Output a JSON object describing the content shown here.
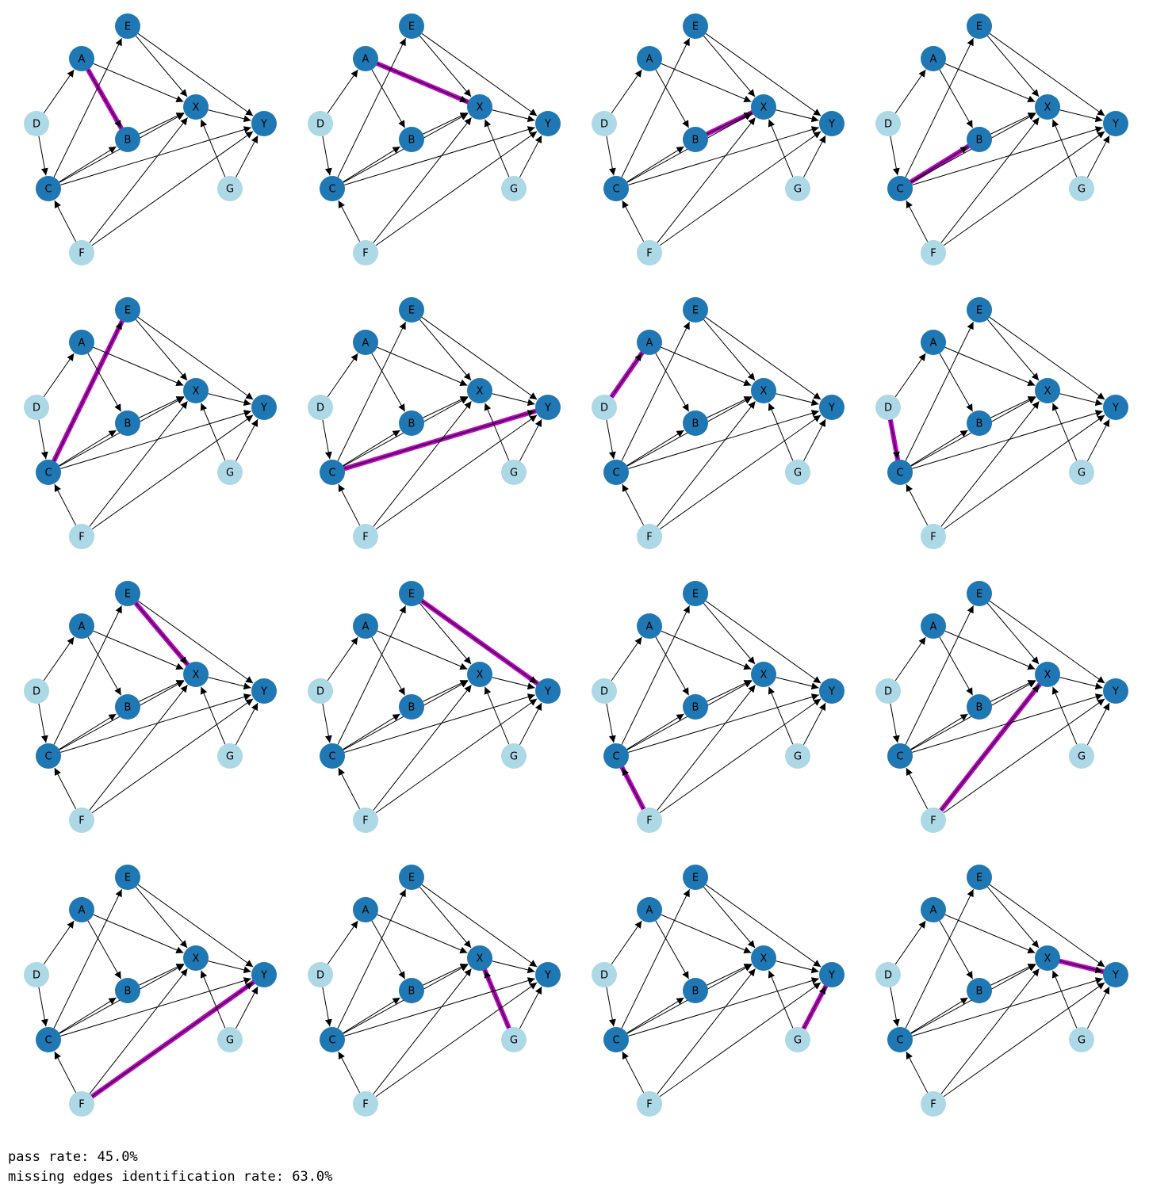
{
  "colors": {
    "observed": "#1f78b4",
    "latent": "#add8e6",
    "edge": "#000000",
    "highlight": "#c000c8",
    "highlight_core": "#8a008f"
  },
  "nodes": [
    {
      "id": "A",
      "kind": "observed"
    },
    {
      "id": "B",
      "kind": "observed"
    },
    {
      "id": "C",
      "kind": "observed"
    },
    {
      "id": "D",
      "kind": "latent"
    },
    {
      "id": "E",
      "kind": "observed"
    },
    {
      "id": "F",
      "kind": "latent"
    },
    {
      "id": "G",
      "kind": "latent"
    },
    {
      "id": "X",
      "kind": "observed"
    },
    {
      "id": "Y",
      "kind": "observed"
    }
  ],
  "edges": [
    [
      "A",
      "B"
    ],
    [
      "A",
      "X"
    ],
    [
      "B",
      "X"
    ],
    [
      "C",
      "B"
    ],
    [
      "C",
      "E"
    ],
    [
      "C",
      "Y"
    ],
    [
      "D",
      "A"
    ],
    [
      "D",
      "C"
    ],
    [
      "E",
      "X"
    ],
    [
      "E",
      "Y"
    ],
    [
      "C",
      "X"
    ],
    [
      "F",
      "C"
    ],
    [
      "F",
      "X"
    ],
    [
      "F",
      "Y"
    ],
    [
      "G",
      "X"
    ],
    [
      "G",
      "Y"
    ],
    [
      "X",
      "Y"
    ]
  ],
  "panels": [
    {
      "highlight": [
        "A",
        "B"
      ]
    },
    {
      "highlight": [
        "A",
        "X"
      ]
    },
    {
      "highlight": [
        "B",
        "X"
      ]
    },
    {
      "highlight": [
        "C",
        "B"
      ]
    },
    {
      "highlight": [
        "C",
        "E"
      ]
    },
    {
      "highlight": [
        "C",
        "Y"
      ]
    },
    {
      "highlight": [
        "D",
        "A"
      ]
    },
    {
      "highlight": [
        "D",
        "C"
      ]
    },
    {
      "highlight": [
        "E",
        "X"
      ]
    },
    {
      "highlight": [
        "E",
        "Y"
      ]
    },
    {
      "highlight": [
        "F",
        "C"
      ]
    },
    {
      "highlight": [
        "F",
        "X"
      ]
    },
    {
      "highlight": [
        "F",
        "Y"
      ]
    },
    {
      "highlight": [
        "G",
        "X"
      ]
    },
    {
      "highlight": [
        "G",
        "Y"
      ]
    },
    {
      "highlight": [
        "X",
        "Y"
      ]
    }
  ],
  "summary": {
    "pass_rate_line": "pass rate: 45.0%",
    "missing_edges_line": "missing edges identification rate: 63.0%"
  }
}
